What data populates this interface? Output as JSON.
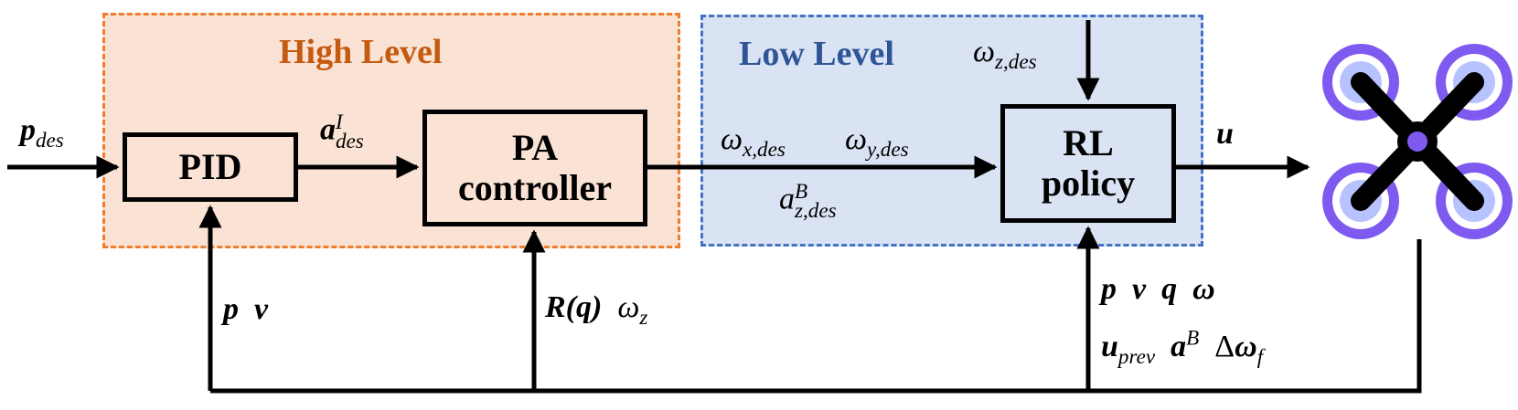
{
  "regions": {
    "high_level": "High Level",
    "low_level": "Low Level"
  },
  "blocks": {
    "pid": "PID",
    "pa_line1": "PA",
    "pa_line2": "controller",
    "rl_line1": "RL",
    "rl_line2": "policy"
  },
  "signals": {
    "p_des": {
      "base": "p",
      "sub": "des"
    },
    "a_des": {
      "base": "a",
      "sup": "I",
      "sub": "des"
    },
    "omega_x": {
      "base": "ω",
      "sub": "x,des"
    },
    "omega_y": {
      "base": "ω",
      "sub": "y,des"
    },
    "a_z": {
      "base": "a",
      "sup": "B",
      "sub": "z,des"
    },
    "omega_z_des": {
      "base": "ω",
      "sub": "z,des"
    },
    "u": "u",
    "fb_pid": "p  v",
    "fb_pa_R": "R(q)",
    "fb_pa_omega": {
      "base": "ω",
      "sub": "z"
    },
    "fb_rl_line1": "p  v  q  ω",
    "fb_rl_u": {
      "base": "u",
      "sub": "prev"
    },
    "fb_rl_a": {
      "base": "a",
      "sup": "B"
    },
    "fb_rl_domega": {
      "prefix": "Δ",
      "base": "ω",
      "sub": "f"
    }
  },
  "colors": {
    "high_level_fill": "#fae3d4",
    "high_level_border": "#ed7d31",
    "high_level_title": "#c55a11",
    "low_level_fill": "#dae3f3",
    "low_level_border": "#4472c4",
    "low_level_title": "#2f5597",
    "drone_body": "#000000",
    "drone_rotor_ring": "#7f5af0",
    "drone_rotor_inner": "#b7c3ff"
  },
  "icons": {
    "drone": "quadrotor-icon"
  }
}
